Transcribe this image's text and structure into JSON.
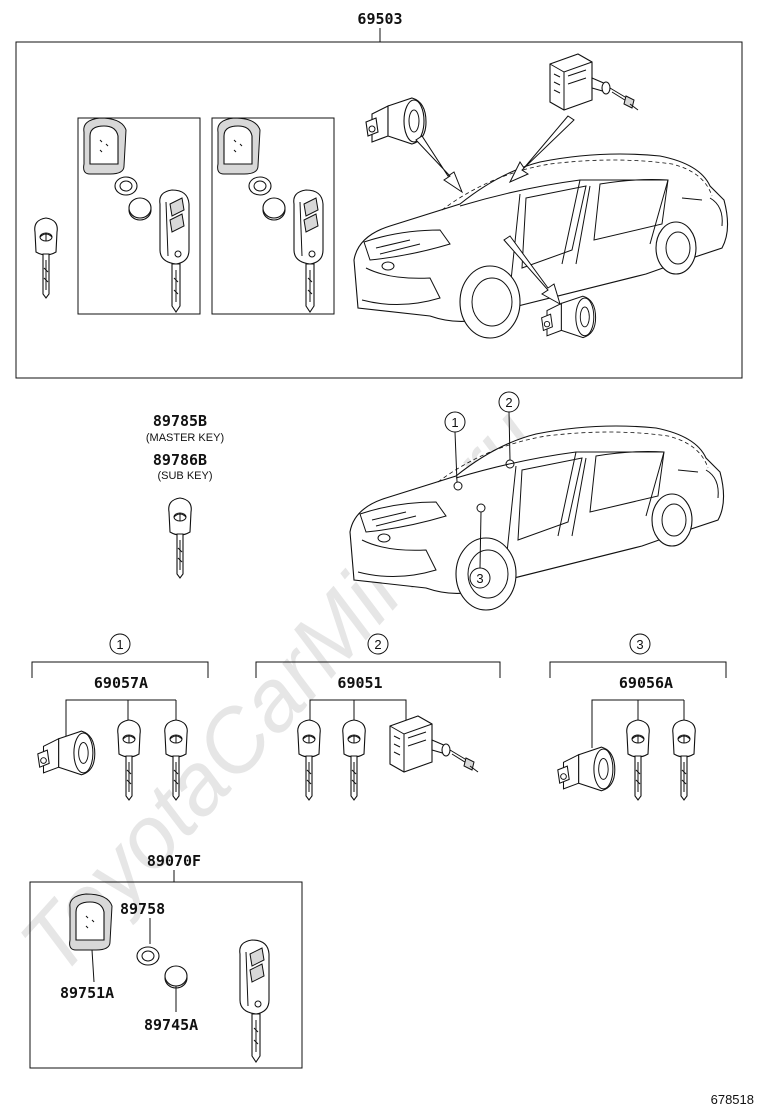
{
  "watermark": "ToyotaCarMiner.ru",
  "assembly": {
    "number": "69503"
  },
  "keys": {
    "master_number": "89785B",
    "master_label": "(MASTER KEY)",
    "sub_number": "89786B",
    "sub_label": "(SUB KEY)"
  },
  "location_markers": [
    "1",
    "2",
    "3"
  ],
  "groups": [
    {
      "marker": "1",
      "number": "69057A"
    },
    {
      "marker": "2",
      "number": "69051"
    },
    {
      "marker": "3",
      "number": "69056A"
    }
  ],
  "transmitter": {
    "number": "89070F",
    "parts": [
      "89758",
      "89751A",
      "89745A"
    ]
  },
  "figure_id": "678518"
}
